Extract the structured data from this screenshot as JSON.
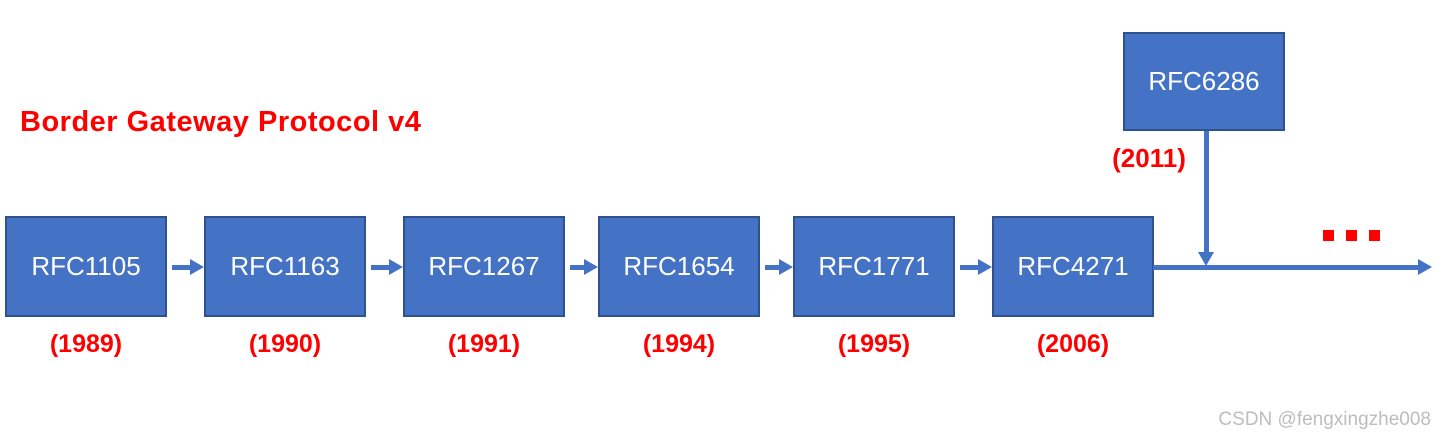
{
  "title": {
    "text": "Border Gateway Protocol v4",
    "color": "#ff0000"
  },
  "timeline": {
    "nodes": [
      {
        "label": "RFC1105",
        "year": "(1989)"
      },
      {
        "label": "RFC1163",
        "year": "(1990)"
      },
      {
        "label": "RFC1267",
        "year": "(1991)"
      },
      {
        "label": "RFC1654",
        "year": "(1994)"
      },
      {
        "label": "RFC1771",
        "year": "(1995)"
      },
      {
        "label": "RFC4271",
        "year": "(2006)"
      }
    ],
    "branch": {
      "label": "RFC6286",
      "year": "(2011)"
    },
    "ellipsis_label": "..."
  },
  "watermark": "CSDN @fengxingzhe008",
  "colors": {
    "box_fill": "#4472c4",
    "box_border": "#2f528f",
    "arrow": "#4472c4",
    "accent_red": "#ff0000",
    "box_text": "#ffffff",
    "watermark_gray": "#bdbdbd"
  }
}
